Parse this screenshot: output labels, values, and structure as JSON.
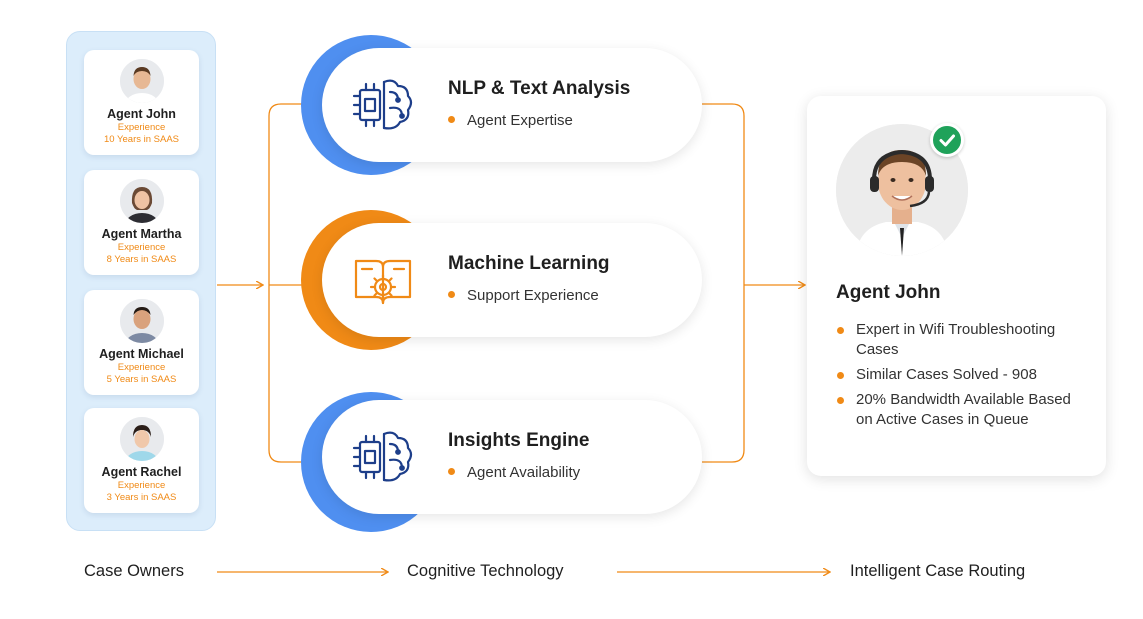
{
  "colors": {
    "orange": "#f08a16",
    "blue": "#4f8ff0",
    "panel_bg": "#dcedfb",
    "icon_navy": "#1d3e8a",
    "check_green": "#1fa25a"
  },
  "agents": [
    {
      "name": "Agent John",
      "experience_label": "Experience",
      "years": "10 Years in SAAS",
      "avatar_icon": "agent-john-avatar"
    },
    {
      "name": "Agent Martha",
      "experience_label": "Experience",
      "years": "8 Years in SAAS",
      "avatar_icon": "agent-martha-avatar"
    },
    {
      "name": "Agent Michael",
      "experience_label": "Experience",
      "years": "5 Years in SAAS",
      "avatar_icon": "agent-michael-avatar"
    },
    {
      "name": "Agent Rachel",
      "experience_label": "Experience",
      "years": "3 Years in SAAS",
      "avatar_icon": "agent-rachel-avatar"
    }
  ],
  "technologies": [
    {
      "title": "NLP & Text Analysis",
      "subtitle": "Agent Expertise",
      "icon": "brain-chip-icon",
      "ring_color": "#4f8ff0"
    },
    {
      "title": "Machine Learning",
      "subtitle": "Support Experience",
      "icon": "book-gear-icon",
      "ring_color": "#f08a16"
    },
    {
      "title": "Insights Engine",
      "subtitle": "Agent Availability",
      "icon": "brain-chip-icon",
      "ring_color": "#4f8ff0"
    }
  ],
  "result": {
    "name": "Agent John",
    "points": [
      "Expert in Wifi Troubleshooting Cases",
      "Similar Cases Solved - 908",
      "20% Bandwidth Available Based on Active Cases in Queue"
    ],
    "badge_icon": "check-icon"
  },
  "footer": {
    "case_owners": "Case Owners",
    "cognitive_technology": "Cognitive Technology",
    "intelligent_case_routing": "Intelligent Case Routing"
  }
}
